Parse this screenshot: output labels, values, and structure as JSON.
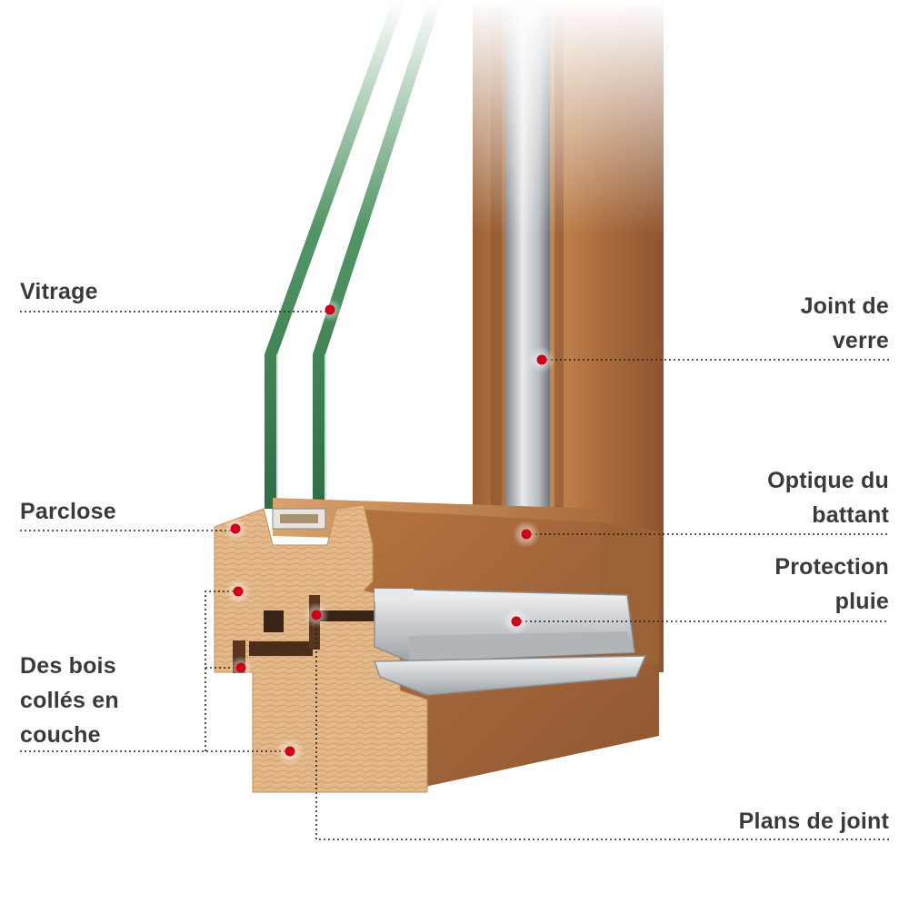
{
  "labels": {
    "vitrage": "Vitrage",
    "parclose": "Parclose",
    "bois": [
      "Des bois",
      "collés en",
      "couche"
    ],
    "joint_verre": [
      "Joint de",
      "verre"
    ],
    "optique": [
      "Optique du",
      "battant"
    ],
    "protection": [
      "Protection",
      "pluie"
    ],
    "plans_joint": "Plans de joint"
  },
  "colors": {
    "marker": "#d0021b",
    "text": "#3a3a3a",
    "wood": "#b87a45",
    "glass": "#3f8a55",
    "aluminium": "#c9cccf"
  }
}
